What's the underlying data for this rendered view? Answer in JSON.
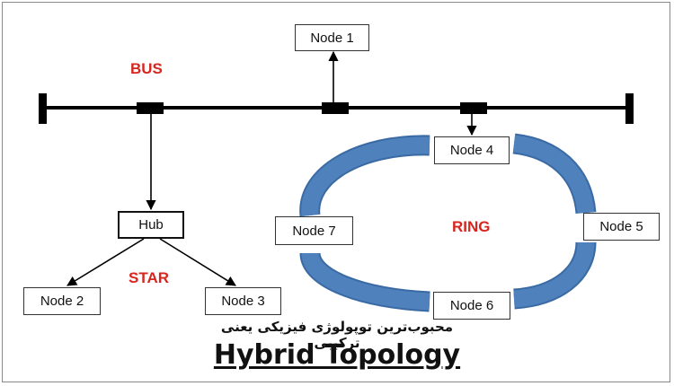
{
  "labels": {
    "bus": "BUS",
    "star": "STAR",
    "ring": "RING"
  },
  "nodes": {
    "node1": "Node 1",
    "node2": "Node 2",
    "node3": "Node 3",
    "node4": "Node 4",
    "node5": "Node 5",
    "node6": "Node 6",
    "node7": "Node 7",
    "hub": "Hub"
  },
  "subtitle": "محبوب‌ترین توپولوژی فیزیکی یعنی ترکیبی",
  "title": "Hybrid Topology",
  "colors": {
    "ring": "#4f81bd",
    "ring_border": "#3a6aa3",
    "accent_label": "#d6261f",
    "line": "#000000"
  }
}
